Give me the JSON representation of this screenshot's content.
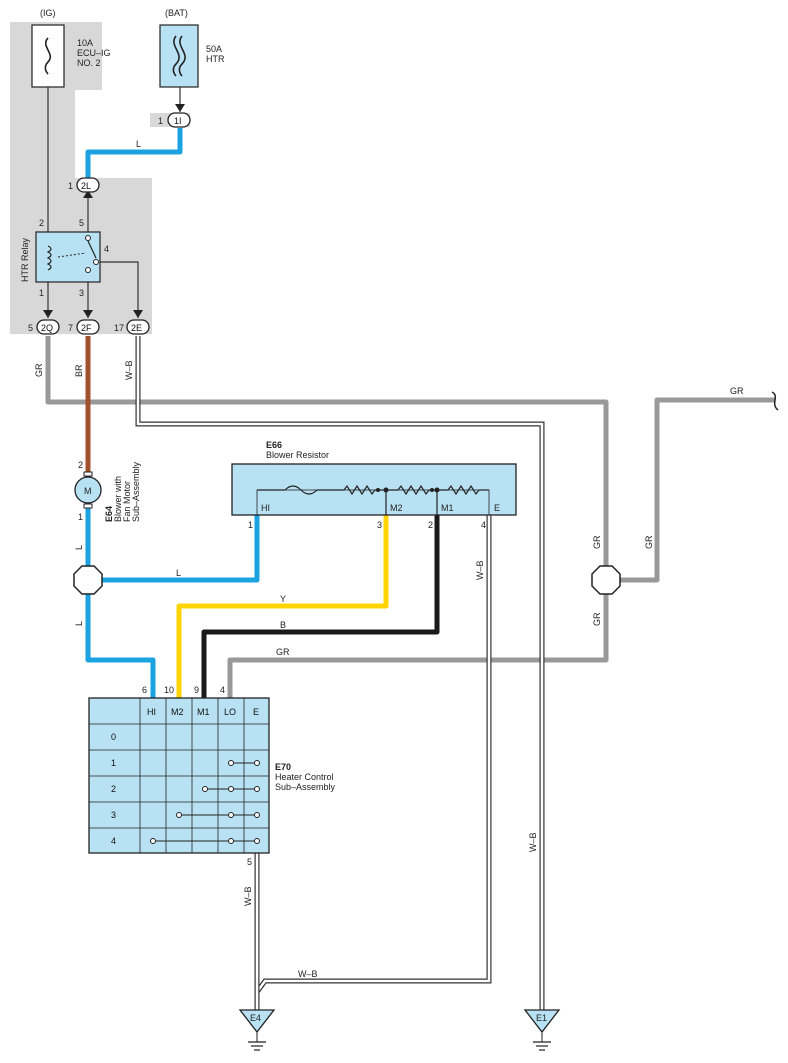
{
  "power": {
    "ig_label": "(IG)",
    "bat_label": "(BAT)",
    "fuse_ig": [
      "10A",
      "ECU–IG",
      "NO. 2"
    ],
    "fuse_htr": [
      "50A",
      "HTR"
    ]
  },
  "relay": {
    "name": "HTR Relay",
    "pins": {
      "p1": "1",
      "p2": "2",
      "p3": "3",
      "p4": "4",
      "p5": "5"
    }
  },
  "connectors": {
    "c1I": {
      "pin": "1",
      "id": "1I"
    },
    "c2L": {
      "pin": "1",
      "id": "2L"
    },
    "c2Q": {
      "pin": "5",
      "id": "2Q"
    },
    "c2F": {
      "pin": "7",
      "id": "2F"
    },
    "c2E": {
      "pin": "17",
      "id": "2E"
    }
  },
  "wires": {
    "L": "L",
    "GR": "GR",
    "BR": "BR",
    "WB": "W–B",
    "Y": "Y",
    "B": "B"
  },
  "motor": {
    "code": "E64",
    "name": [
      "Blower with",
      "Fan Motor",
      "Sub–Assembly"
    ],
    "symbol": "M",
    "pin_top": "2",
    "pin_bottom": "1"
  },
  "resistor": {
    "code": "E66",
    "name": "Blower Resistor",
    "terminals": [
      "HI",
      "M2",
      "M1",
      "E"
    ],
    "pins": [
      "1",
      "3",
      "2",
      "4"
    ]
  },
  "control": {
    "code": "E70",
    "name": [
      "Heater Control",
      "Sub–Assembly"
    ],
    "columns": [
      "HI",
      "M2",
      "M1",
      "LO",
      "E"
    ],
    "column_pins": [
      "6",
      "10",
      "9",
      "4"
    ],
    "positions": [
      "0",
      "1",
      "2",
      "3",
      "4"
    ],
    "bottom_pin": "5"
  },
  "grounds": {
    "g1": "E4",
    "g2": "E1"
  },
  "colors": {
    "blue": "#1aa3e0",
    "gray": "#999999",
    "brown": "#a0522d",
    "yellow": "#ffd400",
    "black": "#1a1a1a",
    "component_fill": "#b8e2f4",
    "shade": "#d8d8d8"
  }
}
